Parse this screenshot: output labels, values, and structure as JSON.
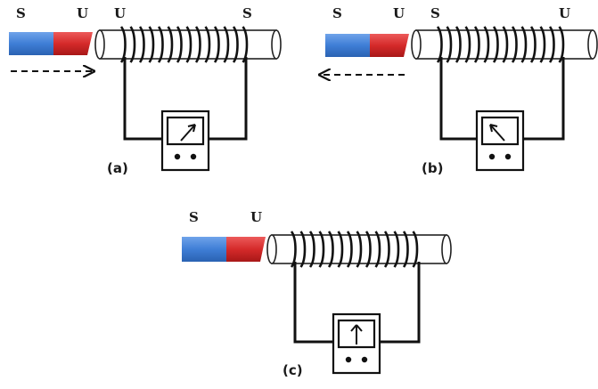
{
  "panels": [
    {
      "id": "a",
      "caption": "(a)",
      "magnet_labels": {
        "left": "S",
        "right": "U"
      },
      "coil_labels": {
        "left": "U",
        "right": "S"
      },
      "motion": "right",
      "needle": "right",
      "colors": {
        "blue": "#3f7ed6",
        "red": "#d52a2a"
      }
    },
    {
      "id": "b",
      "caption": "(b)",
      "magnet_labels": {
        "left": "S",
        "right": "U"
      },
      "coil_labels": {
        "left": "S",
        "right": "U"
      },
      "motion": "left",
      "needle": "left",
      "colors": {
        "blue": "#3f7ed6",
        "red": "#d52a2a"
      }
    },
    {
      "id": "c",
      "caption": "(c)",
      "magnet_labels": {
        "left": "S",
        "right": "U"
      },
      "coil_labels": {
        "left": "",
        "right": ""
      },
      "motion": "none",
      "needle": "center",
      "colors": {
        "blue": "#3f7ed6",
        "red": "#d52a2a"
      }
    }
  ]
}
